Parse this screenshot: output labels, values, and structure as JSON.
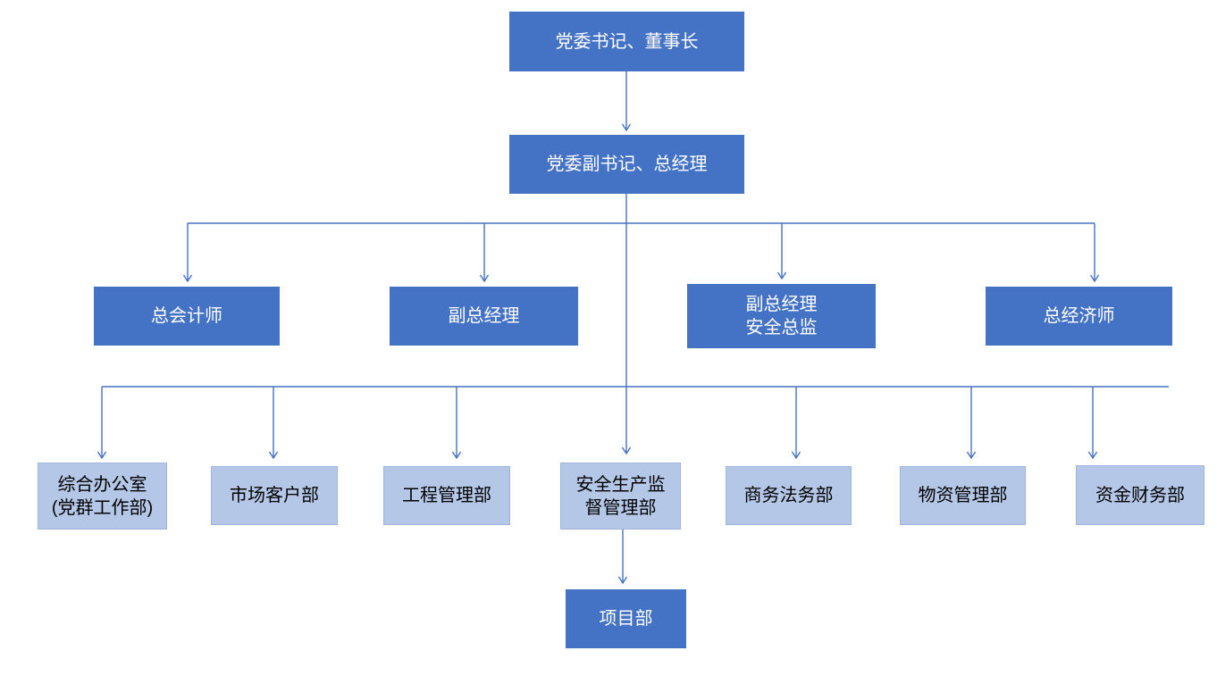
{
  "colors": {
    "primary_box": "#4472c4",
    "secondary_box": "#b4c7e7",
    "secondary_box_border": "#9fb5de",
    "connector": "#4472c4",
    "primary_text": "#ffffff",
    "secondary_text": "#000000",
    "background": "#ffffff"
  },
  "org_chart": {
    "type": "organization-chart",
    "level1": {
      "label": "党委书记、董事长"
    },
    "level2": {
      "label": "党委副书记、总经理"
    },
    "level3": [
      {
        "label": "总会计师"
      },
      {
        "label": "副总经理"
      },
      {
        "label": "副总经理\n安全总监"
      },
      {
        "label": "总经济师"
      }
    ],
    "level4": [
      {
        "label": "综合办公室\n(党群工作部)"
      },
      {
        "label": "市场客户部"
      },
      {
        "label": "工程管理部"
      },
      {
        "label": "安全生产监\n督管理部"
      },
      {
        "label": "商务法务部"
      },
      {
        "label": "物资管理部"
      },
      {
        "label": "资金财务部"
      }
    ],
    "level5": {
      "label": "项目部"
    }
  }
}
